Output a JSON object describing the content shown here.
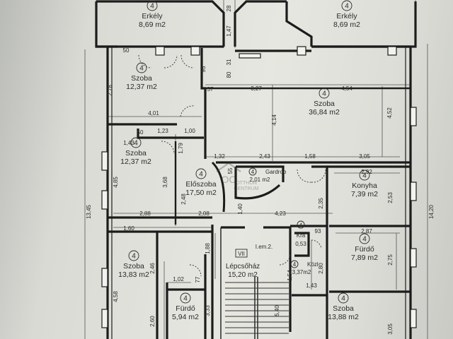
{
  "rooms": {
    "erkely_left": {
      "num": "4",
      "name": "Erkély",
      "area": "8,69 m2"
    },
    "erkely_right": {
      "num": "4",
      "name": "Erkély",
      "area": "8,69 m2"
    },
    "szoba_top": {
      "num": "4",
      "name": "Szoba",
      "area": "12,37 m2"
    },
    "szoba_big": {
      "num": "4",
      "name": "Szoba",
      "area": "36,84 m2"
    },
    "szoba_mid": {
      "num": "4",
      "name": "Szoba",
      "area": "12,37 m2"
    },
    "eloszoba": {
      "num": "4",
      "name": "Előszoba",
      "area": "17,50 m2"
    },
    "gardrob": {
      "num": "4",
      "name": "Gardrob",
      "area": "2,01 m2"
    },
    "konyha": {
      "num": "4",
      "name": "Konyha",
      "area": "7,39 m2"
    },
    "kra": {
      "num": "4",
      "name": "Kra",
      "area": "0,53"
    },
    "kozl": {
      "num": "4",
      "name": "Közl",
      "area": "3,37m2"
    },
    "furdo_right": {
      "num": "4",
      "name": "Fürdő",
      "area": "7,89 m2"
    },
    "lepcsohaz": {
      "num": "VII",
      "name": "Lépcsőház",
      "area": "15,20 m2",
      "floor": "I.em.2."
    },
    "szoba_low": {
      "num": "4",
      "name": "Szoba",
      "area": "13,83 m2"
    },
    "furdo_low": {
      "num": "4",
      "name": "Fürdő",
      "area": "5,94 m2"
    },
    "szoba_br": {
      "num": "4",
      "name": "Szoba",
      "area": "13,88 m2"
    }
  },
  "dimensions": {
    "d_28": "28",
    "d_147": "1,47",
    "d_31": "31",
    "d_80": "80",
    "d_50a": "50",
    "d_95": "95",
    "d_278": "2,78",
    "d_57": "57",
    "d_327": "3,27",
    "d_454": "4,54",
    "d_452": "4,52",
    "d_401": "4,01",
    "d_414": "4,14",
    "d_50b": "50",
    "d_123": "1,23",
    "d_100": "1,00",
    "d_143": "1,43",
    "d_179": "1,79",
    "d_132": "1,32",
    "d_243": "2,43",
    "d_55": "55",
    "d_158": "1,58",
    "d_305": "3,05",
    "d_292": "2,92",
    "d_485": "4,85",
    "d_368": "3,68",
    "d_248": "2,48",
    "d_235": "2,35",
    "d_253": "2,53",
    "d_1345": "13,45",
    "d_1420": "14,20",
    "d_288": "2,88",
    "d_208": "2,08",
    "d_140": "1,40",
    "d_423": "4,23",
    "d_160": "1,60",
    "d_93": "93",
    "d_287": "2,87",
    "d_188": "1,88",
    "d_246": "2,46",
    "d_280": "2,80",
    "d_275": "2,75",
    "d_102": "1,02",
    "d_77": "77",
    "d_154": "1,54",
    "d_143b": "1,43",
    "d_458": "4,58",
    "d_333": "3,33",
    "d_260": "2,60",
    "d_540": "5,40",
    "d_305b": "3,05"
  },
  "watermark": {
    "line1": "OTTHON",
    "line2": "CENTRUM"
  }
}
